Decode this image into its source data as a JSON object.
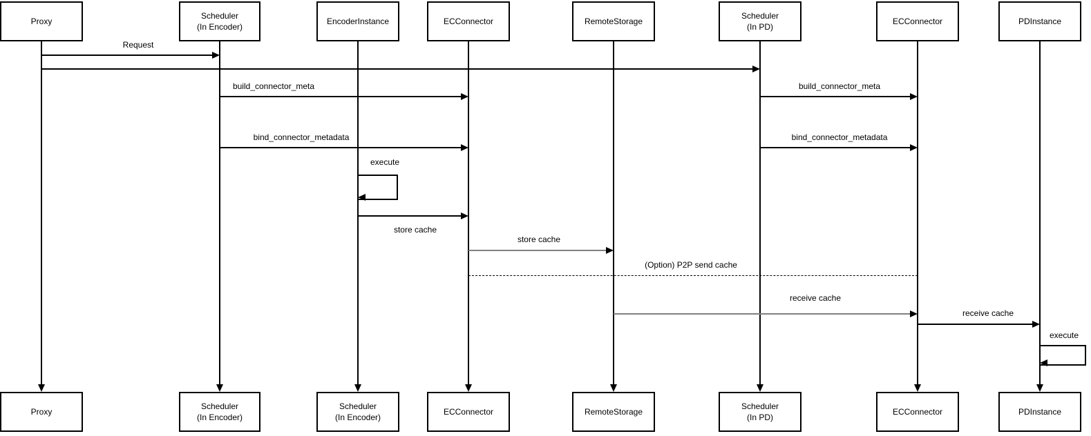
{
  "diagram": {
    "type": "sequence-diagram",
    "colors": {
      "line": "#000000",
      "secondary_line": "#808080",
      "background": "#ffffff",
      "text": "#000000"
    }
  },
  "participants_top": [
    {
      "label": "Proxy"
    },
    {
      "label": "Scheduler\n(In Encoder)"
    },
    {
      "label": "EncoderInstance"
    },
    {
      "label": "ECConnector"
    },
    {
      "label": "RemoteStorage"
    },
    {
      "label": "Scheduler\n(In PD)"
    },
    {
      "label": "ECConnector"
    },
    {
      "label": "PDInstance"
    }
  ],
  "participants_bottom": [
    {
      "label": "Proxy"
    },
    {
      "label": "Scheduler\n(In Encoder)"
    },
    {
      "label": "Scheduler\n(In Encoder)"
    },
    {
      "label": "ECConnector"
    },
    {
      "label": "RemoteStorage"
    },
    {
      "label": "Scheduler\n(In PD)"
    },
    {
      "label": "ECConnector"
    },
    {
      "label": "PDInstance"
    }
  ],
  "messages": [
    {
      "label": "Request",
      "from": "Proxy",
      "to": "Scheduler (In Encoder)",
      "style": "solid"
    },
    {
      "label": "",
      "from": "Proxy",
      "to": "Scheduler (In PD)",
      "style": "solid"
    },
    {
      "label": "build_connector_meta",
      "from": "Scheduler (In Encoder)",
      "to": "ECConnector",
      "style": "solid"
    },
    {
      "label": "bind_connector_metadata",
      "from": "Scheduler (In Encoder)",
      "to": "ECConnector",
      "style": "solid"
    },
    {
      "label": "build_connector_meta",
      "from": "Scheduler (In PD)",
      "to": "ECConnector (PD side)",
      "style": "solid"
    },
    {
      "label": "bind_connector_metadata",
      "from": "Scheduler (In PD)",
      "to": "ECConnector (PD side)",
      "style": "solid"
    },
    {
      "label": "execute",
      "from": "EncoderInstance",
      "to": "EncoderInstance",
      "style": "self-loop"
    },
    {
      "label": "store cache",
      "from": "EncoderInstance",
      "to": "ECConnector",
      "style": "solid"
    },
    {
      "label": "store cache",
      "from": "ECConnector",
      "to": "RemoteStorage",
      "style": "solid-gray"
    },
    {
      "label": "(Option) P2P send cache",
      "from": "ECConnector",
      "to": "ECConnector (PD side)",
      "style": "dashed"
    },
    {
      "label": "receive cache",
      "from": "RemoteStorage",
      "to": "ECConnector (PD side)",
      "style": "solid-gray"
    },
    {
      "label": "receive cache",
      "from": "ECConnector (PD side)",
      "to": "PDInstance",
      "style": "solid"
    },
    {
      "label": "execute",
      "from": "PDInstance",
      "to": "PDInstance",
      "style": "self-loop"
    }
  ]
}
